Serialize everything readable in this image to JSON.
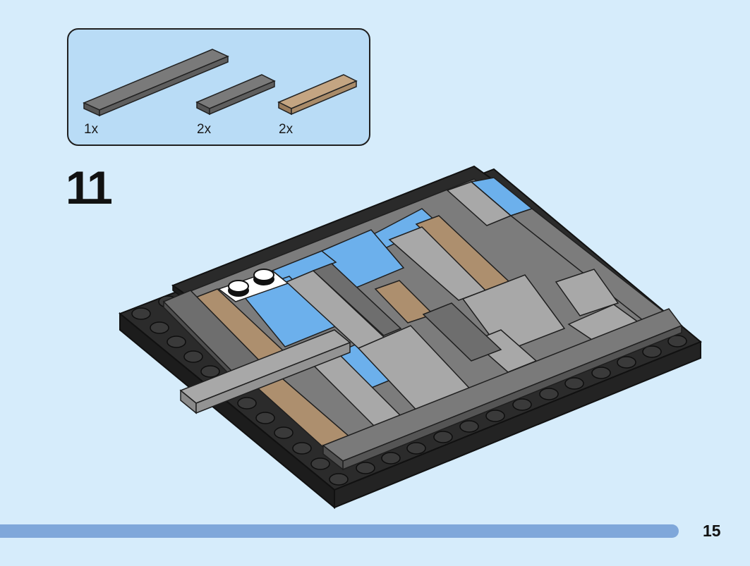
{
  "parts_callout": {
    "items": [
      {
        "part": "long-dark-gray-tile",
        "quantity": "1x",
        "color": "#6e6e6e"
      },
      {
        "part": "medium-dark-gray-tile",
        "quantity": "2x",
        "color": "#6e6e6e"
      },
      {
        "part": "tan-tile",
        "quantity": "2x",
        "color": "#ad8f6e"
      }
    ]
  },
  "step": {
    "number": "11"
  },
  "page": {
    "number": "15"
  },
  "colors": {
    "background": "#d6ecfb",
    "callout": "#b9dcf6",
    "dark_gray": "#6e6e6e",
    "light_gray": "#a8a8a8",
    "tan": "#ad8f6e",
    "blue": "#6cb0ec",
    "black": "#2a2a2a",
    "progress": "#7fa7da"
  }
}
